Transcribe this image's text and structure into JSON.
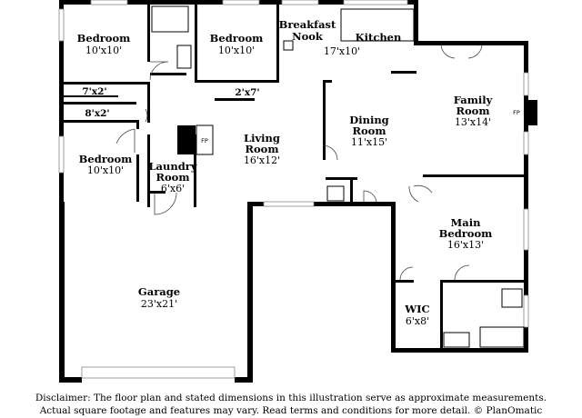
{
  "rooms": {
    "bedroom_nw": {
      "name": "Bedroom",
      "dim": "10'x10'"
    },
    "bedroom_n": {
      "name": "Bedroom",
      "dim": "10'x10'"
    },
    "bedroom_w": {
      "name": "Bedroom",
      "dim": "10'x10'"
    },
    "closet_nw": {
      "dim": "7'x2'"
    },
    "closet_n": {
      "dim": "2'x7'"
    },
    "closet_w": {
      "dim": "8'x2'"
    },
    "breakfast": {
      "line1": "Breakfast",
      "line2": "Nook"
    },
    "kitchen": {
      "name": "Kitchen",
      "dim": "17'x10'"
    },
    "family": {
      "line1": "Family",
      "line2": "Room",
      "dim": "13'x14'"
    },
    "dining": {
      "line1": "Dining",
      "line2": "Room",
      "dim": "11'x15'"
    },
    "living": {
      "line1": "Living",
      "line2": "Room",
      "dim": "16'x12'"
    },
    "laundry": {
      "line1": "Laundry",
      "line2": "Room",
      "dim": "6'x6'"
    },
    "main_bedroom": {
      "line1": "Main",
      "line2": "Bedroom",
      "dim": "16'x13'"
    },
    "wic": {
      "name": "WIC",
      "dim": "6'x8'"
    },
    "garage": {
      "name": "Garage",
      "dim": "23'x21'"
    }
  },
  "fireplaces": {
    "living": "FP",
    "family": "FP"
  },
  "disclaimer": {
    "line1": "Disclaimer: The floor plan and stated dimensions in this illustration serve as approximate measurements.",
    "line2": "Actual square footage and features may vary. Read terms and conditions for more detail. © PlanOmatic"
  }
}
